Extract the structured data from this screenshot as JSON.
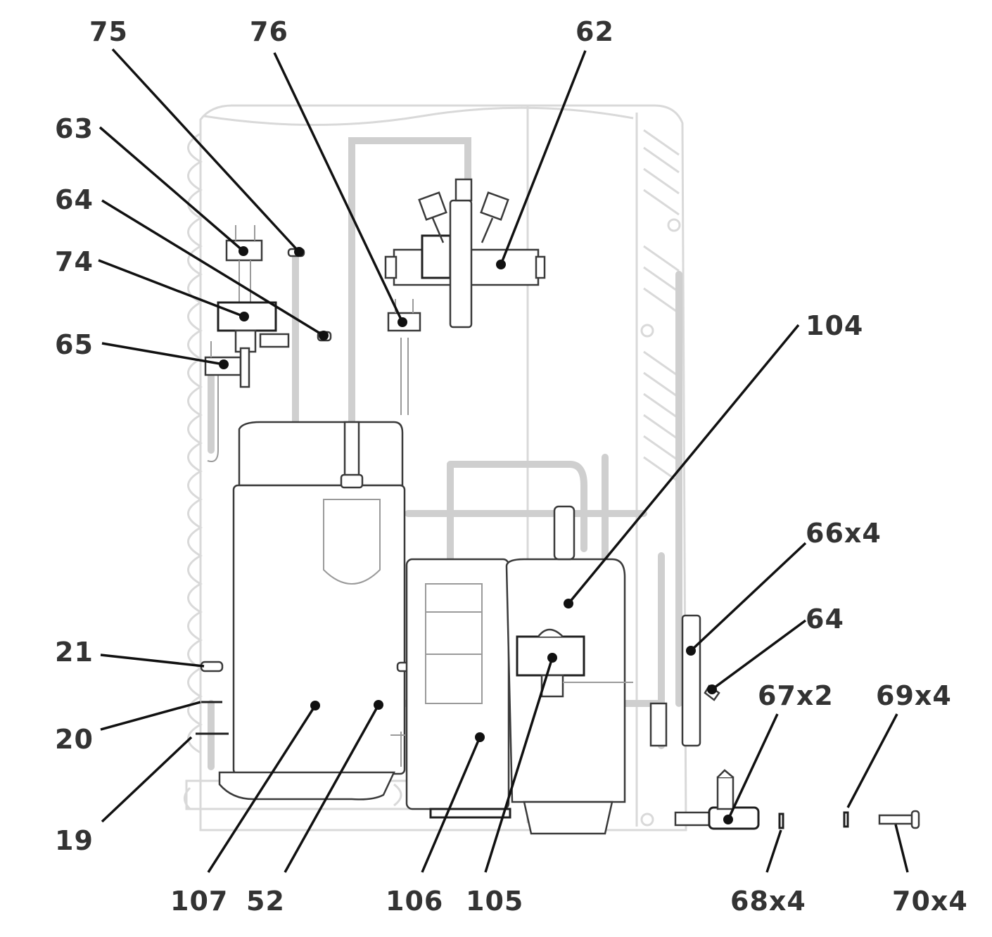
{
  "callouts": [
    {
      "id": "c75",
      "text": "75"
    },
    {
      "id": "c76",
      "text": "76"
    },
    {
      "id": "c62",
      "text": "62"
    },
    {
      "id": "c63",
      "text": "63"
    },
    {
      "id": "c64a",
      "text": "64"
    },
    {
      "id": "c74",
      "text": "74"
    },
    {
      "id": "c65",
      "text": "65"
    },
    {
      "id": "c104",
      "text": "104"
    },
    {
      "id": "c66",
      "text": "66x4"
    },
    {
      "id": "c64b",
      "text": "64"
    },
    {
      "id": "c67",
      "text": "67x2"
    },
    {
      "id": "c69",
      "text": "69x4"
    },
    {
      "id": "c21",
      "text": "21"
    },
    {
      "id": "c20",
      "text": "20"
    },
    {
      "id": "c19",
      "text": "19"
    },
    {
      "id": "c107",
      "text": "107"
    },
    {
      "id": "c52",
      "text": "52"
    },
    {
      "id": "c106",
      "text": "106"
    },
    {
      "id": "c105",
      "text": "105"
    },
    {
      "id": "c68",
      "text": "68x4"
    },
    {
      "id": "c70",
      "text": "70x4"
    }
  ],
  "colors": {
    "label": "#333333",
    "leader": "#111111",
    "background": "#ffffff"
  }
}
